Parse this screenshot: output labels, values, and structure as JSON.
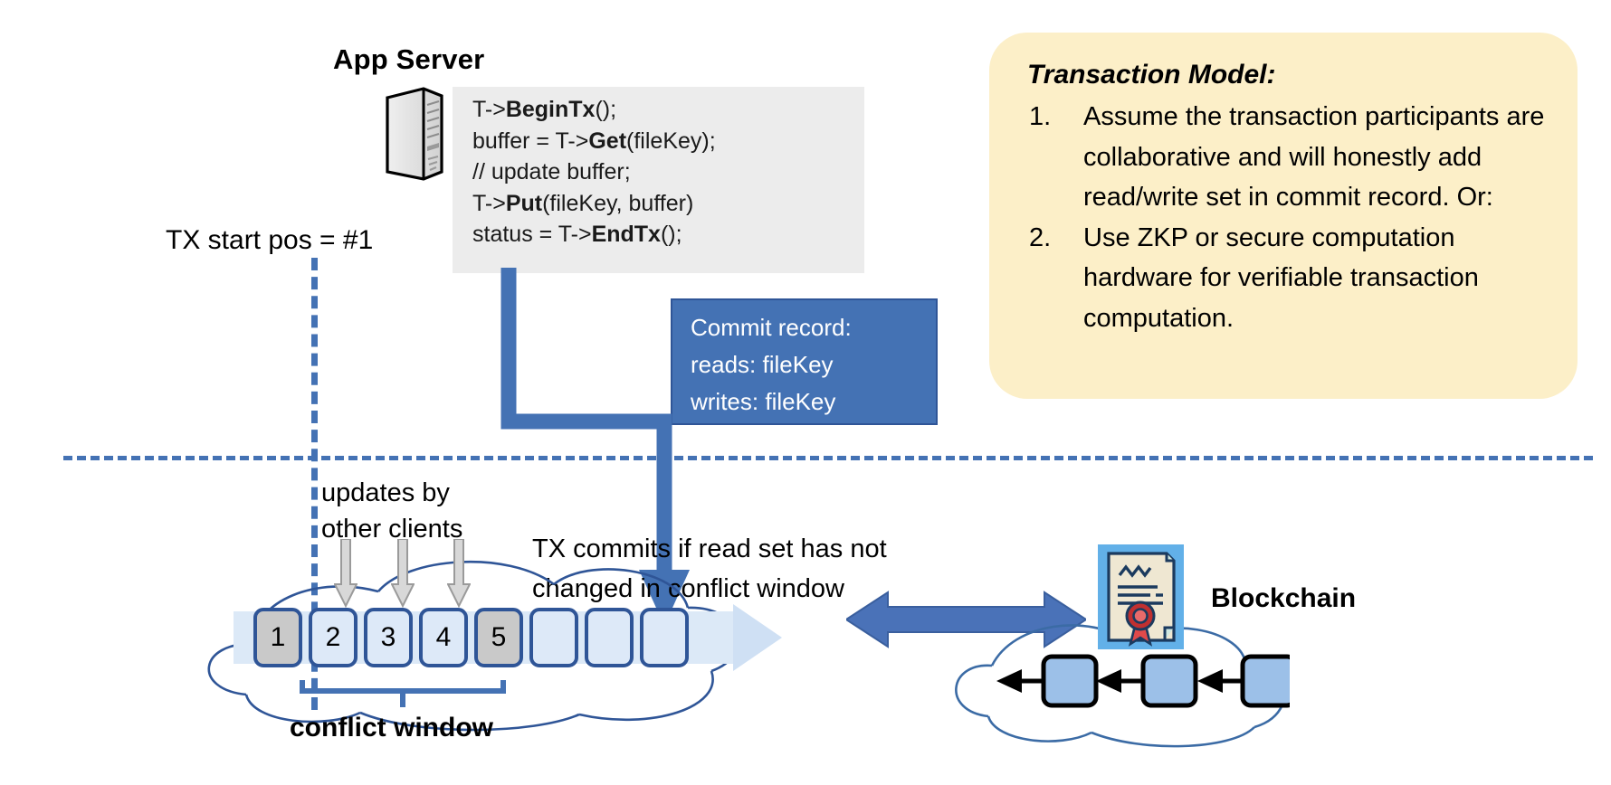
{
  "app_server": {
    "title": "App Server",
    "icon": "server-tower-icon",
    "code_lines": [
      {
        "pre": "T->",
        "bold": "BeginTx",
        "post": "();"
      },
      {
        "pre": "buffer = T->",
        "bold": "Get",
        "post": "(fileKey);"
      },
      {
        "pre": "// update buffer;",
        "bold": "",
        "post": ""
      },
      {
        "pre": "T->",
        "bold": "Put",
        "post": "(fileKey, buffer)"
      },
      {
        "pre": "status = T->",
        "bold": "EndTx",
        "post": "();"
      }
    ]
  },
  "commit_record": {
    "title": "Commit record:",
    "reads": "reads: fileKey",
    "writes": "writes: fileKey",
    "fill_color": "#4472b4",
    "border_color": "#2f5597"
  },
  "transaction_model": {
    "title": "Transaction Model:",
    "fill_color": "#fcefc8",
    "items": [
      {
        "num": "1.",
        "text": "Assume the transaction participants are collaborative and will honestly add read/write set in commit record.  Or:"
      },
      {
        "num": "2.",
        "text": "Use ZKP or secure computation hardware for verifiable transaction computation."
      }
    ]
  },
  "timeline": {
    "tx_start_label": "TX start pos = #1",
    "separator_color": "#4472b4"
  },
  "ledger": {
    "updates_label": "updates by\nother clients",
    "tx_commits_label": "TX commits if read set has not\nchanged in conflict window",
    "conflict_window_label": "conflict window",
    "blocks": [
      {
        "label": "1",
        "state": "gray"
      },
      {
        "label": "2",
        "state": "blue"
      },
      {
        "label": "3",
        "state": "blue"
      },
      {
        "label": "4",
        "state": "blue"
      },
      {
        "label": "5",
        "state": "gray"
      },
      {
        "label": "",
        "state": "blue"
      },
      {
        "label": "",
        "state": "blue"
      },
      {
        "label": "",
        "state": "blue"
      }
    ],
    "update_arrow_count": 3,
    "commit_arrow_color": "#4472b4",
    "block_border_color": "#2f5597",
    "block_fill_blue": "#dde9f8",
    "block_fill_gray": "#c9c9c9"
  },
  "blockchain": {
    "label": "Blockchain",
    "cert_icon": "certificate-seal-icon",
    "cloud_icon": "cloud-icon",
    "chain_block_count": 3,
    "sync_arrow": "double-headed-arrow-icon",
    "chain_block_fill": "#9cc0e8",
    "cert_bg": "#62b0e8"
  }
}
